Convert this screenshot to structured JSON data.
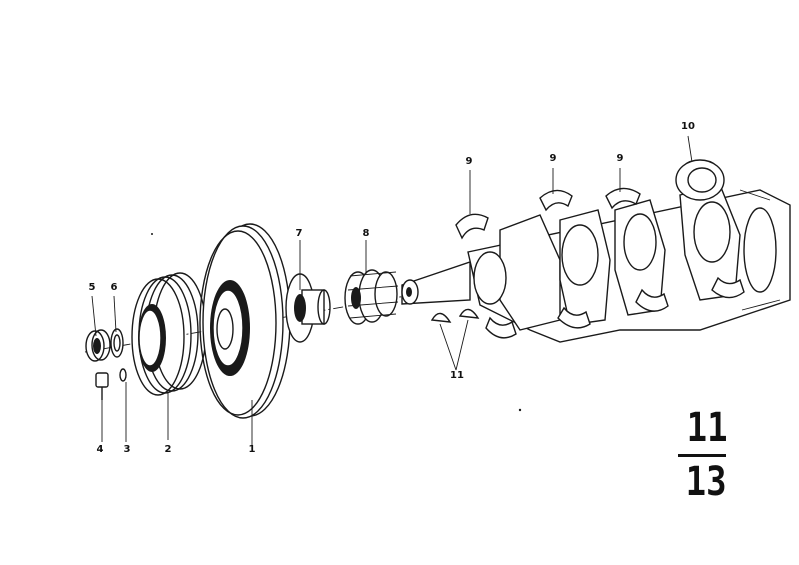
{
  "diagram": {
    "callouts": {
      "p1": "1",
      "p2": "2",
      "p3": "3",
      "p4": "4",
      "p5": "5",
      "p6": "6",
      "p7": "7",
      "p8": "8",
      "p9a": "9",
      "p9b": "9",
      "p9c": "9",
      "p10": "10",
      "p11": "11"
    },
    "page_number": {
      "numerator": "11",
      "denominator": "13"
    }
  }
}
